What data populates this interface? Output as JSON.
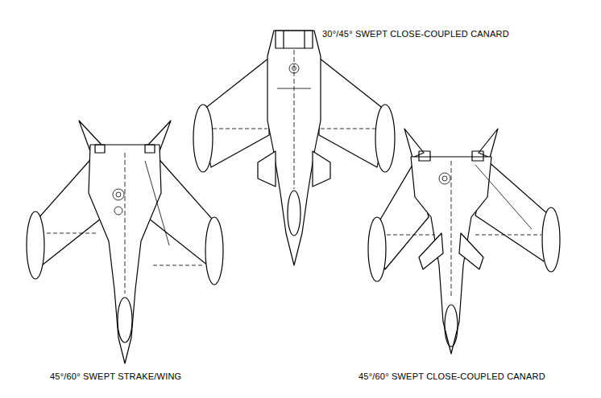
{
  "diagram": {
    "labels": [
      "30°/45° SWEPT CLOSE-COUPLED CANARD",
      "45°/60° SWEPT STRAKE/WING",
      "45°/60° SWEPT CLOSE-COUPLED CANARD"
    ]
  }
}
